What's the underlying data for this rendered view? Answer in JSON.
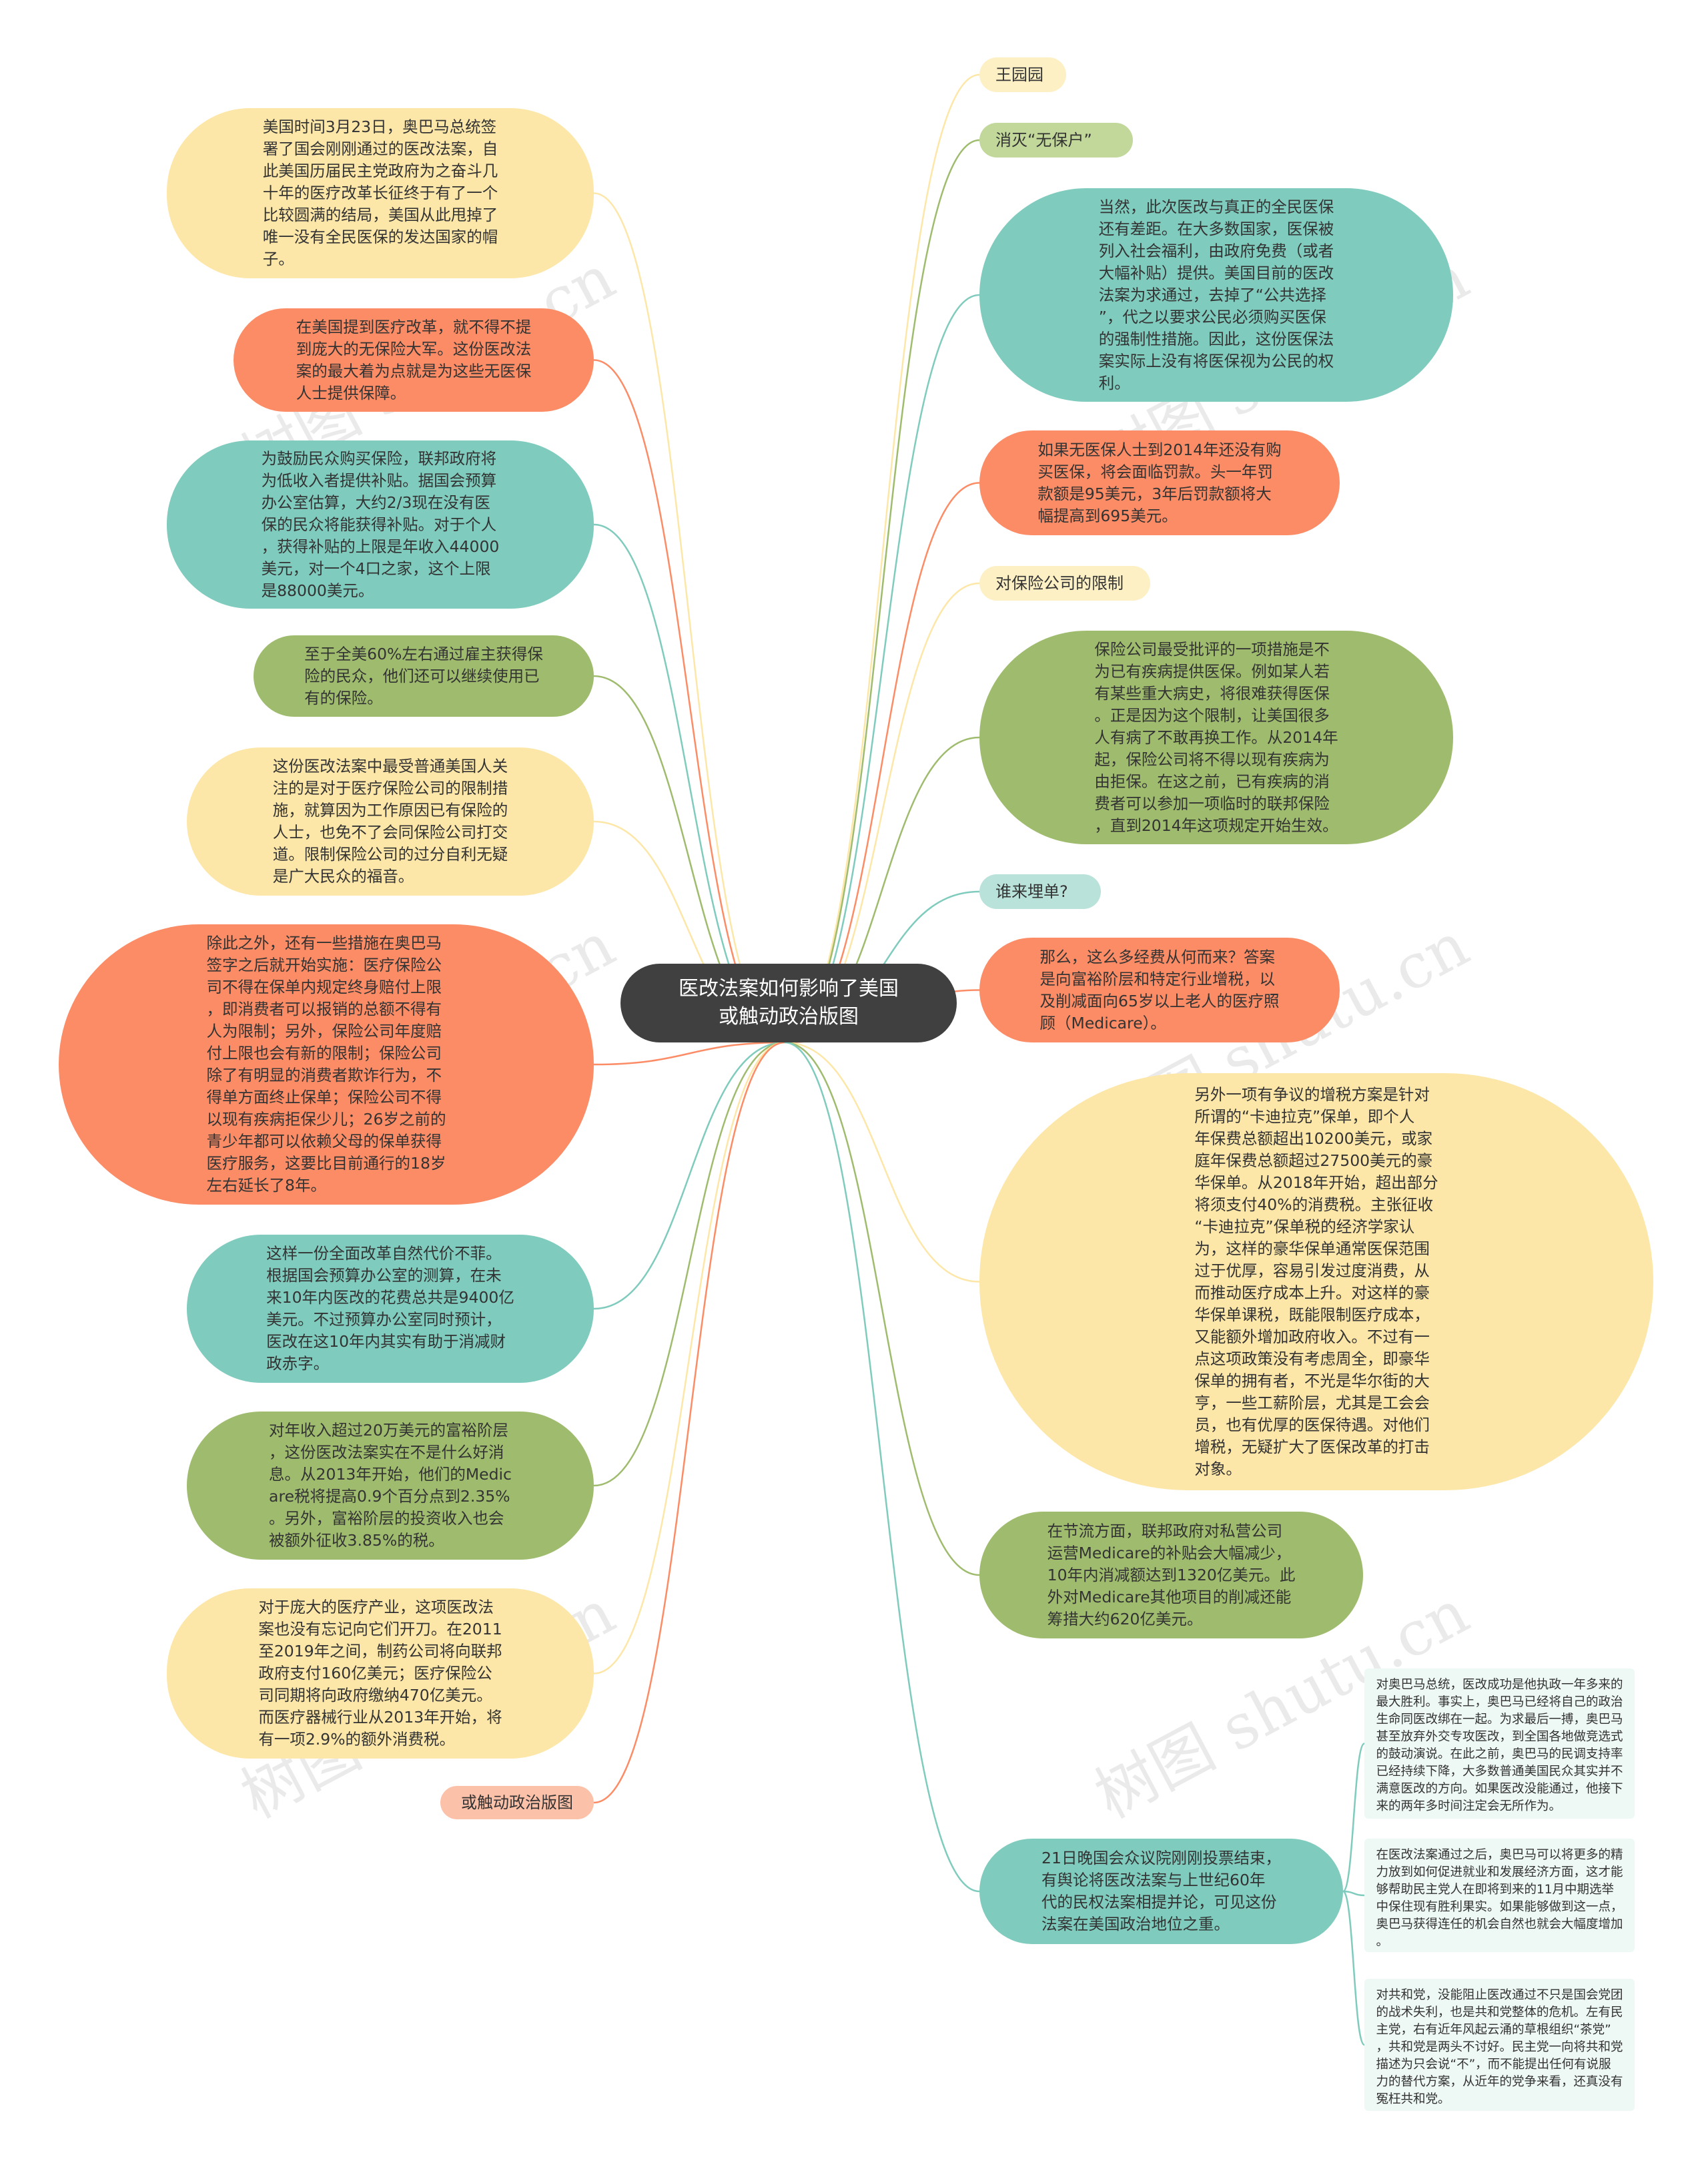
{
  "root": {
    "title": "医改法案如何影响了美国\n或触动政治版图"
  },
  "watermark": "树图 shutu.cn",
  "left": {
    "n1": "美国时间3月23日，奥巴马总统签\n署了国会刚刚通过的医改法案，自\n此美国历届民主党政府为之奋斗几\n十年的医疗改革长征终于有了一个\n比较圆满的结局，美国从此甩掉了\n唯一没有全民医保的发达国家的帽\n子。",
    "n2": "在美国提到医疗改革，就不得不提\n到庞大的无保险大军。这份医改法\n案的最大着为点就是为这些无医保\n人士提供保障。",
    "n3": "为鼓励民众购买保险，联邦政府将\n为低收入者提供补贴。据国会预算\n办公室估算，大约2/3现在没有医\n保的民众将能获得补贴。对于个人\n，获得补贴的上限是年收入44000\n美元，对一个4口之家，这个上限\n是88000美元。",
    "n4": "至于全美60%左右通过雇主获得保\n险的民众，他们还可以继续使用已\n有的保险。",
    "n5": "这份医改法案中最受普通美国人关\n注的是对于医疗保险公司的限制措\n施，就算因为工作原因已有保险的\n人士，也免不了会同保险公司打交\n道。限制保险公司的过分自利无疑\n是广大民众的福音。",
    "n6": "除此之外，还有一些措施在奥巴马\n签字之后就开始实施：医疗保险公\n司不得在保单内规定终身赔付上限\n，即消费者可以报销的总额不得有\n人为限制；另外，保险公司年度赔\n付上限也会有新的限制；保险公司\n除了有明显的消费者欺诈行为，不\n得单方面终止保单；保险公司不得\n以现有疾病拒保少儿；26岁之前的\n青少年都可以依赖父母的保单获得\n医疗服务，这要比目前通行的18岁\n左右延长了8年。",
    "n7": "这样一份全面改革自然代价不菲。\n根据国会预算办公室的测算，在未\n来10年内医改的花费总共是9400亿\n美元。不过预算办公室同时预计，\n医改在这10年内其实有助于消减财\n政赤字。",
    "n8": "对年收入超过20万美元的富裕阶层\n，这份医改法案实在不是什么好消\n息。从2013年开始，他们的Medic\nare税将提高0.9个百分点到2.35%\n。另外，富裕阶层的投资收入也会\n被额外征收3.85%的税。",
    "n9": "对于庞大的医疗产业，这项医改法\n案也没有忘记向它们开刀。在2011\n至2019年之间，制药公司将向联邦\n政府支付160亿美元；医疗保险公\n司同期将向政府缴纳470亿美元。\n而医疗器械行业从2013年开始，将\n有一项2.9%的额外消费税。",
    "n10": "或触动政治版图"
  },
  "right": {
    "t1": "王园园",
    "t2": "消灭“无保户”",
    "r1": "当然，此次医改与真正的全民医保\n还有差距。在大多数国家，医保被\n列入社会福利，由政府免费（或者\n大幅补贴）提供。美国目前的医改\n法案为求通过，去掉了“公共选择\n”，代之以要求公民必须购买医保\n的强制性措施。因此，这份医保法\n案实际上没有将医保视为公民的权\n利。",
    "r2": "如果无医保人士到2014年还没有购\n买医保，将会面临罚款。头一年罚\n款额是95美元，3年后罚款额将大\n幅提高到695美元。",
    "t3": "对保险公司的限制",
    "r3": "保险公司最受批评的一项措施是不\n为已有疾病提供医保。例如某人若\n有某些重大病史，将很难获得医保\n。正是因为这个限制，让美国很多\n人有病了不敢再换工作。从2014年\n起，保险公司将不得以现有疾病为\n由拒保。在这之前，已有疾病的消\n费者可以参加一项临时的联邦保险\n，直到2014年这项规定开始生效。",
    "t4": "谁来埋单?",
    "r4": "那么，这么多经费从何而来？答案\n是向富裕阶层和特定行业增税，以\n及削减面向65岁以上老人的医疗照\n顾（Medicare）。",
    "r5": "另外一项有争议的增税方案是针对\n所谓的“卡迪拉克”保单，即个人\n年保费总额超出10200美元，或家\n庭年保费总额超过27500美元的豪\n华保单。从2018年开始，超出部分\n将须支付40%的消费税。主张征收\n“卡迪拉克”保单税的经济学家认\n为，这样的豪华保单通常医保范围\n过于优厚，容易引发过度消费，从\n而推动医疗成本上升。对这样的豪\n华保单课税，既能限制医疗成本，\n又能额外增加政府收入。不过有一\n点这项政策没有考虑周全，即豪华\n保单的拥有者，不光是华尔街的大\n亨，一些工薪阶层，尤其是工会会\n员，也有优厚的医保待遇。对他们\n增税，无疑扩大了医保改革的打击\n对象。",
    "r6": "在节流方面，联邦政府对私营公司\n运营Medicare的补贴会大幅减少，\n10年内消减额达到1320亿美元。此\n外对Medicare其他项目的削减还能\n筹措大约620亿美元。",
    "r7": "21日晚国会众议院刚刚投票结束，\n有舆论将医改法案与上世纪60年\n代的民权法案相提并论，可见这份\n法案在美国政治地位之重。",
    "s1": "对奥巴马总统，医改成功是他执政一年多来的\n最大胜利。事实上，奥巴马已经将自己的政治\n生命同医改绑在一起。为求最后一搏，奥巴马\n甚至放弃外交专攻医改，到全国各地做竞选式\n的鼓动演说。在此之前，奥巴马的民调支持率\n已经持续下降，大多数普通美国民众其实并不\n满意医改的方向。如果医改没能通过，他接下\n来的两年多时间注定会无所作为。",
    "s2": "在医改法案通过之后，奥巴马可以将更多的精\n力放到如何促进就业和发展经济方面，这才能\n够帮助民主党人在即将到来的11月中期选举\n中保住现有胜利果实。如果能够做到这一点，\n奥巴马获得连任的机会自然也就会大幅度增加\n。",
    "s3": "对共和党，没能阻止医改通过不只是国会党团\n的战术失利，也是共和党整体的危机。左有民\n主党，右有近年风起云涌的草根组织“茶党”\n，共和党是两头不讨好。民主党一向将共和党\n描述为只会说“不”，而不能提出任何有说服\n力的替代方案，从近年的党争来看，还真没有\n冤枉共和党。"
  },
  "colors": {
    "yellow": "#fde7a8",
    "orange": "#fb8c66",
    "teal": "#7fcbbd",
    "green": "#9fbc6e",
    "root": "#404040",
    "leaf": "#eef8f4"
  }
}
